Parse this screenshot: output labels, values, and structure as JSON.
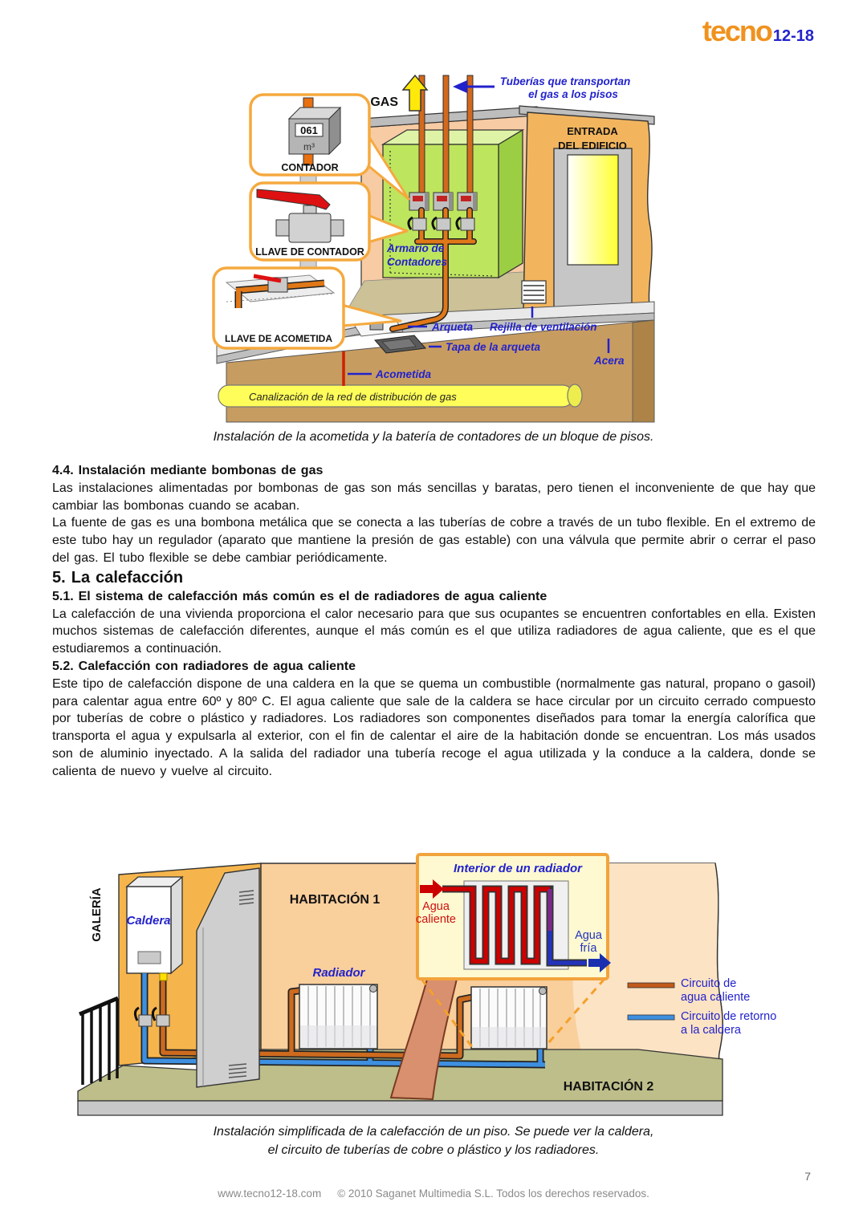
{
  "logo": {
    "brand": "tecno",
    "suffix": "12-18"
  },
  "gas_diagram": {
    "caption": "Instalación de la acometida y la batería de contadores de un bloque de pisos.",
    "labels": {
      "gas": "GAS",
      "tuberias_line1": "Tuberías que transportan",
      "tuberias_line2": "el gas a los pisos",
      "entrada_line1": "ENTRADA",
      "entrada_line2": "DEL EDIFICIO",
      "contador": "CONTADOR",
      "meter_value": "061",
      "meter_unit": "m³",
      "llave_contador": "LLAVE DE CONTADOR",
      "llave_acometida": "LLAVE DE ACOMETIDA",
      "armario_line1": "Armario de",
      "armario_line2": "Contadores",
      "arqueta": "Arqueta",
      "rejilla": "Rejilla de ventilación",
      "tapa": "Tapa de la arqueta",
      "acera": "Acera",
      "acometida": "Acometida",
      "canalizacion": "Canalización de la red de distribución de gas"
    }
  },
  "sections": {
    "s44": {
      "heading": "4.4. Instalación mediante bombonas de gas",
      "p1": "Las instalaciones alimentadas por bombonas de gas son más sencillas y baratas, pero tienen el inconveniente de que hay que cambiar las bombonas cuando se acaban.",
      "p2": "La fuente de gas es una bombona metálica que se conecta a las tuberías de cobre a través de un tubo flexible. En el extremo de este tubo hay un regulador (aparato que mantiene la presión de gas estable) con una válvula que permite abrir o cerrar el paso del gas. El tubo flexible se debe cambiar periódicamente."
    },
    "s5": {
      "heading": "5. La calefacción"
    },
    "s51": {
      "heading": "5.1. El sistema de calefacción más común es el de radiadores de agua caliente",
      "p1": "La calefacción de una vivienda proporciona el calor necesario para que sus ocupantes se encuentren confortables en ella. Existen muchos sistemas de calefacción diferentes, aunque el más común es el que utiliza radiadores de agua caliente, que es el que estudiaremos a continuación."
    },
    "s52": {
      "heading": "5.2. Calefacción con radiadores de agua caliente",
      "p1": "Este tipo de calefacción dispone de una caldera en la que se quema un combustible (normalmente gas natural, propano o gasoil) para calentar agua entre 60º y 80º C. El agua caliente que sale de la caldera se hace circular por un circuito cerrado compuesto por tuberías de cobre o plástico y radiadores. Los radiadores son componentes diseñados para tomar la energía calorífica que transporta el agua y expulsarla al exterior, con el fin de calentar el aire de la habitación donde se encuentran. Los más usados son de aluminio inyectado. A la salida del radiador una tubería recoge el agua utilizada y la conduce a la caldera, donde se calienta de nuevo y vuelve al circuito."
    }
  },
  "heating_diagram": {
    "caption_line1": "Instalación simplificada de la calefacción de un piso. Se puede ver la caldera,",
    "caption_line2": "el circuito de tuberías de cobre o plástico y los radiadores.",
    "labels": {
      "galeria": "GALERÍA",
      "caldera": "Caldera",
      "habitacion1": "HABITACIÓN 1",
      "radiador": "Radiador",
      "habitacion2": "HABITACIÓN 2",
      "inset_title": "Interior de un radiador",
      "agua_caliente_line1": "Agua",
      "agua_caliente_line2": "caliente",
      "agua_fria_line1": "Agua",
      "agua_fria_line2": "fría",
      "legend1_line1": "Circuito de",
      "legend1_line2": "agua caliente",
      "legend2_line1": "Circuito de retorno",
      "legend2_line2": "a la caldera"
    }
  },
  "footer": {
    "site": "www.tecno12-18.com",
    "copyright": "© 2010 Saganet Multimedia S.L. Todos los derechos reservados.",
    "page_number": "7"
  },
  "colors": {
    "logo_orange": "#F0921E",
    "logo_blue": "#2424CC",
    "label_blue": "#2222CC",
    "pipe_orange": "#CC6A1E",
    "pipe_return_blue": "#3E8FE0",
    "hot_water_red": "#CC1111",
    "callout_border": "#F5A93E"
  }
}
